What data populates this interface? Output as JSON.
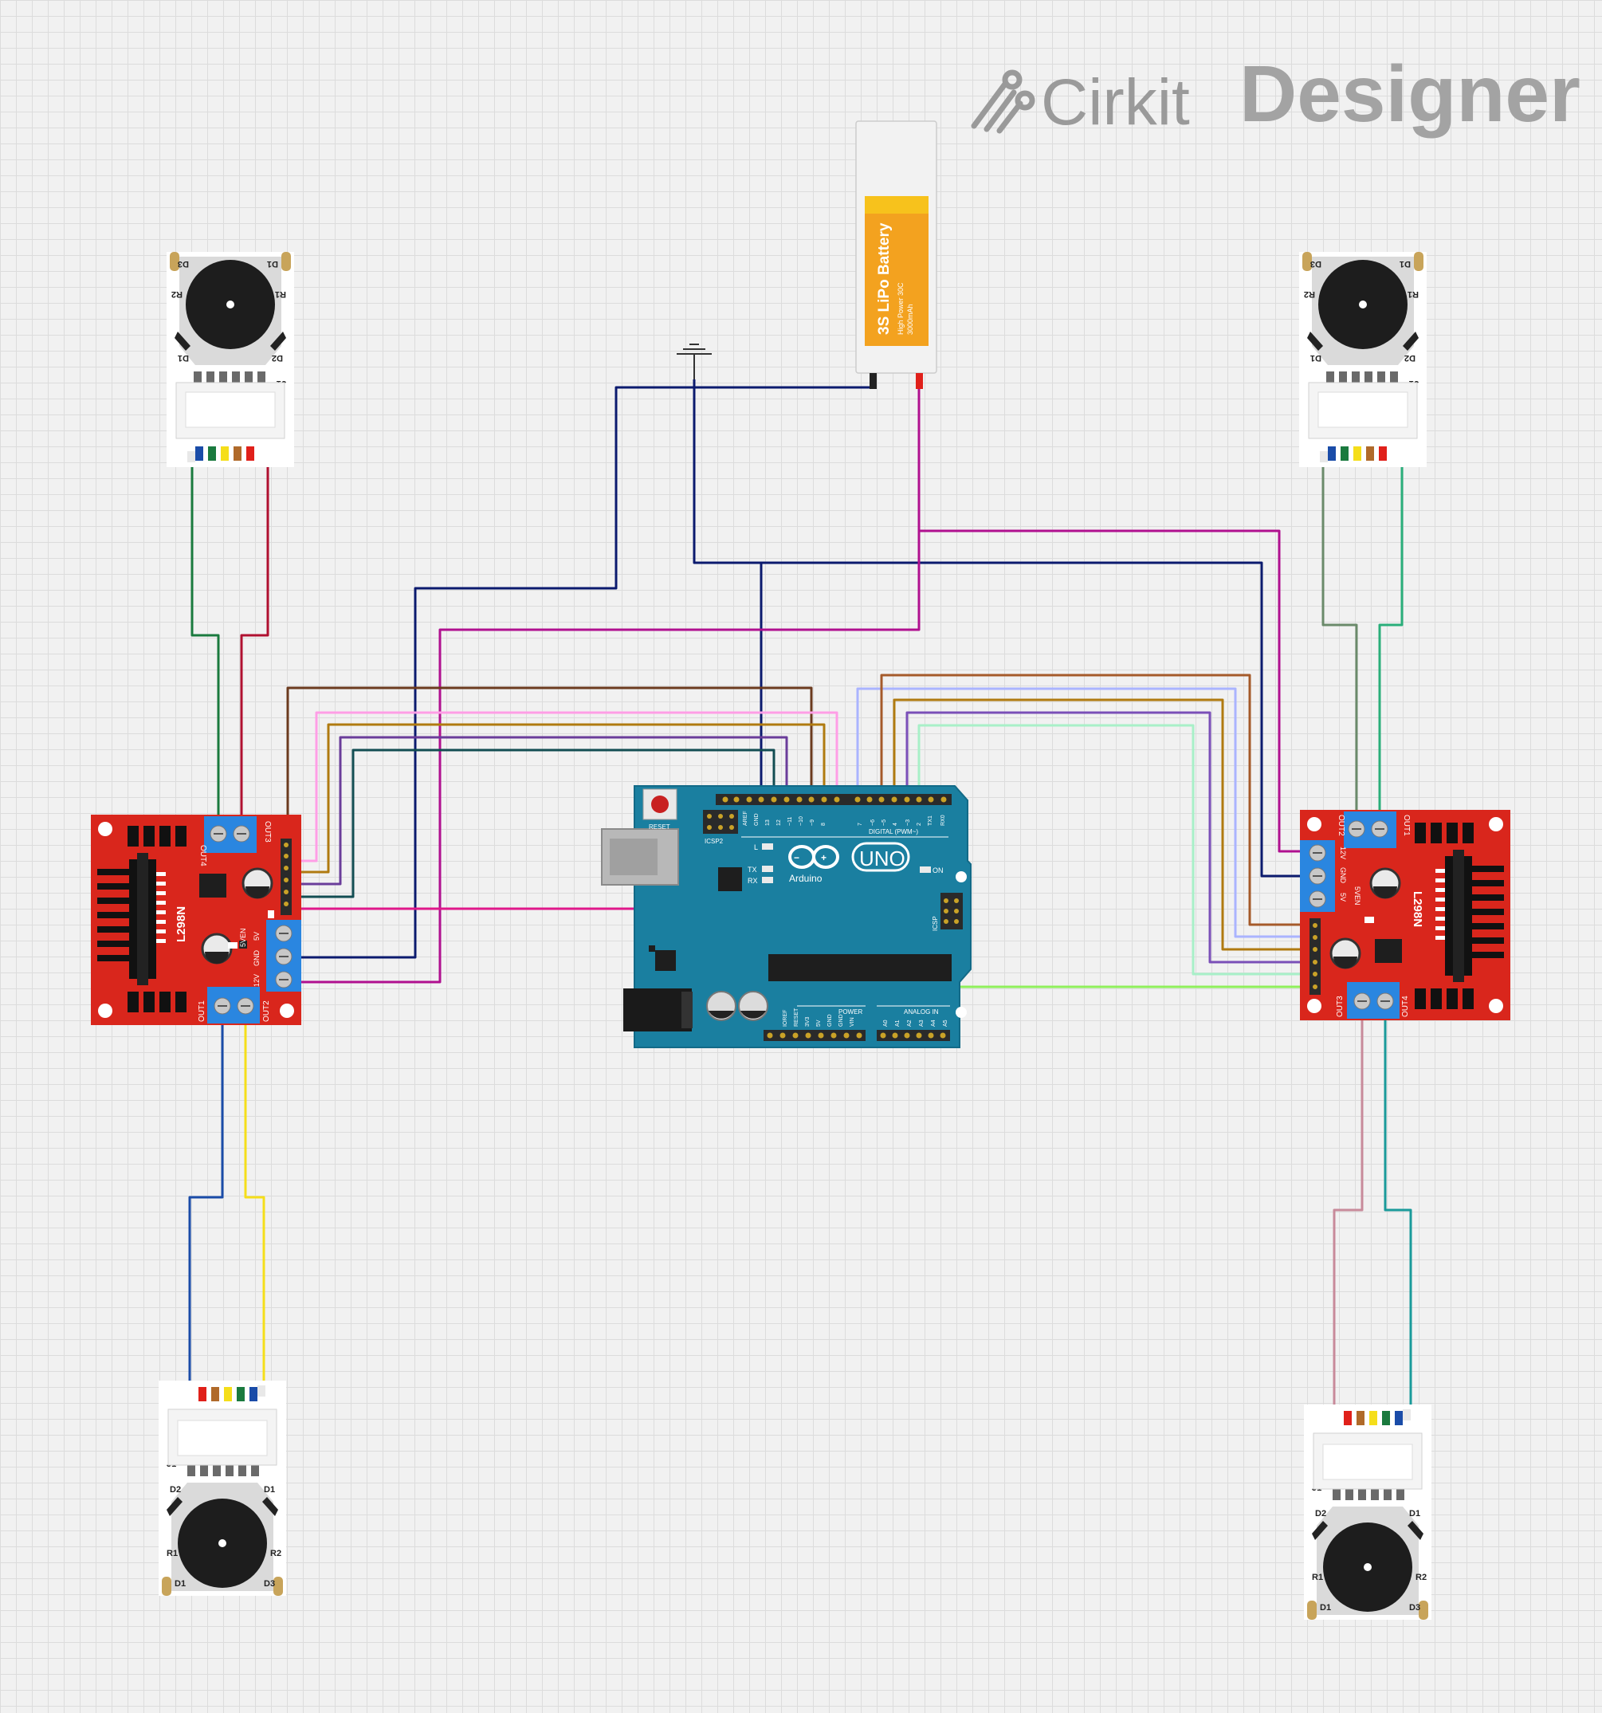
{
  "brand": {
    "name_part1": "Cirkit",
    "name_part2": "Designer"
  },
  "battery": {
    "title": "3S LiPo Battery",
    "line1": "High Power 30C",
    "line2": "3000mAh"
  },
  "arduino": {
    "brand": "Arduino",
    "model": "UNO",
    "reset_label": "RESET",
    "icsp2_label": "ICSP2",
    "icsp_label": "ICSP",
    "l_label": "L",
    "tx_label": "TX",
    "rx_label": "RX",
    "on_label": "ON",
    "digital_label": "DIGITAL (PWM~)",
    "power_label": "POWER",
    "analog_label": "ANALOG IN",
    "top_pins": [
      "AREF",
      "GND",
      "13",
      "12",
      "~11",
      "~10",
      "~9",
      "8",
      "7",
      "~6",
      "~5",
      "4",
      "~3",
      "2",
      "TX1",
      "RX0"
    ],
    "power_pins": [
      "IOREF",
      "RESET",
      "3V3",
      "5V",
      "GND",
      "GND",
      "VIN"
    ],
    "analog_pins": [
      "A0",
      "A1",
      "A2",
      "A3",
      "A4",
      "A5"
    ]
  },
  "driver_left": {
    "chip": "L298N",
    "out4": "OUT4",
    "out3": "OUT3",
    "out1": "OUT1",
    "out2": "OUT2",
    "v12": "12V",
    "gnd": "GND",
    "v5": "5V",
    "v5en": "5VEN"
  },
  "driver_right": {
    "chip": "L298N",
    "out2": "OUT2",
    "out1": "OUT1",
    "out3": "OUT3",
    "out4": "OUT4",
    "v12": "12V",
    "gnd": "GND",
    "v5": "5V",
    "v5en": "5VEN"
  },
  "motor_labels": {
    "j1": "J1",
    "d1": "D1",
    "d2": "D2",
    "r1": "R1",
    "r2": "R2",
    "d3": "D3"
  },
  "colors": {
    "navy": "#0b1a6e",
    "magenta": "#b0108f",
    "brown": "#6b3a1e",
    "pink": "#ff9ee6",
    "gold": "#b07a10",
    "purple": "#6a3d9a",
    "teal": "#124d52",
    "lightblue": "#aab4ff",
    "orange_brown": "#a55a2a",
    "violet": "#7a4fb8",
    "mint": "#a8f0c8",
    "lime": "#8ef05a",
    "green": "#1a7a3e",
    "red": "#b01030",
    "blue": "#1a4ca8",
    "yellow": "#f5de1a",
    "gray_green": "#6a8a6a",
    "sea_green": "#2aae7a",
    "rose": "#c88a9a",
    "cyan_teal": "#1a9a9a",
    "board_teal": "#1a7fa0",
    "driver_red": "#d9261c"
  }
}
